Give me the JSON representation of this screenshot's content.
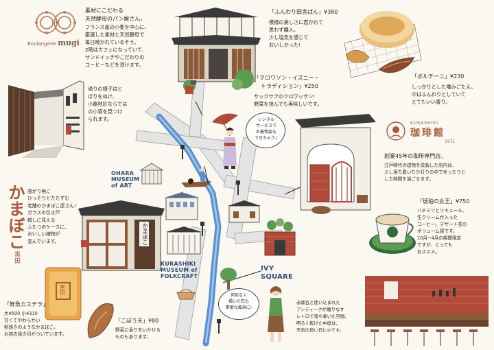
{
  "mugi": {
    "logo_small": "Boulangerie",
    "logo_name": "mugi",
    "desc": [
      "素材にこだわる",
      "天然酵母のパン屋さん。",
      "フランス産の小麦を中心に、",
      "厳選した素材と天然酵母で",
      "毎日焼かれているそう。",
      "2階はカフェになっていて、",
      "サンドイッチやこだわりの",
      "コーヒーなどを頂けます。"
    ],
    "bread1": {
      "title": "「ふんわり田舎ぱん」¥380",
      "lines": [
        "模様の美しさに惹かれて",
        "思わず購入。",
        "少し塩気を感じて",
        "おいしかった!"
      ]
    },
    "bread2": {
      "title": [
        "「クロワソン・イズニー・",
        "トラディション」¥250"
      ],
      "lines": [
        "サックサクのクロワッサン!",
        "野菜を挟んでも美味しいです。"
      ]
    },
    "bread3": {
      "title": "「ポルチーニ」¥230",
      "lines": [
        "しっかりとした噛みごたえ。",
        "中はふんわりとしていて",
        "とてもいい香り。"
      ]
    }
  },
  "alley_text": [
    "通りの様子はと",
    "ほりをぬけ、",
    "小路地区ならでは",
    "の小道を見つけ",
    "られます。"
  ],
  "rental": [
    "レンタル",
    "サービスで",
    "お着物姿も",
    "できちゃう♪"
  ],
  "map_labels": {
    "ohara": [
      "OHARA",
      "MUSEUM",
      "of ART"
    ],
    "folk": [
      "KURASHIKI",
      "MUSEUM of",
      "FOLKCRAFT"
    ],
    "ivy": [
      "IVY",
      "SQUARE"
    ]
  },
  "kamaboko": {
    "title": "かまぼこ",
    "sub": "黒田",
    "shop_sign": "かまぼこ",
    "desc": [
      "曲がり角に",
      "ひっそりとたたずむ",
      "老舗のかまぼこ屋さん♪",
      "ガラスの引き戸",
      "越しに見える",
      "ふたつのケースに、",
      "おいしい練物が",
      "並んでいます。"
    ],
    "item1": {
      "title": "「鮮魚カステラ」",
      "lines": [
        "大¥500 小¥310",
        "甘くてやわらかい",
        "卵焼きのようなかまぼこ。",
        "お店の焼き印がついています。"
      ]
    },
    "item2": {
      "title": "「ごぼう天」¥80",
      "lines": [
        "野菜に香りをいかせる",
        "ものもあります。"
      ]
    },
    "stamp": "黒田"
  },
  "coffee": {
    "brand_en": "KURASHIKI",
    "brand_jp": "珈琲館",
    "year": "1971",
    "headline": "創業45年の珈琲専門店。",
    "desc": [
      "江戸時代の建物を改装した店内は、",
      "少し落ち着いたひ灯りの中でゆったりと",
      "した時間を過ごせます。"
    ],
    "menu": {
      "title": "「琥珀の女王」¥750",
      "lines": [
        "ハチミツとリキュール、",
        "生クリームが入った",
        "コーヒー。デザート並の",
        "ボリューム感です。",
        "10月~4月の期間限定",
        "ですが、とっても",
        "おススメ。"
      ]
    },
    "bar": [
      "赤煉瓦と使い込まれた",
      "アンティークが織りなす",
      "レトロで落ち着いた空間。",
      "明るく抜けた中庭は、",
      "天気の良い日に◎です。"
    ]
  },
  "girl_bubble": [
    "何気なく",
    "描いた石も",
    "素敵な風景に!"
  ],
  "colors": {
    "blue": "#5b8fcf",
    "brick": "#b24a3a",
    "wood": "#8a5a3a",
    "dark": "#2f2a27",
    "green": "#5d9a53"
  }
}
